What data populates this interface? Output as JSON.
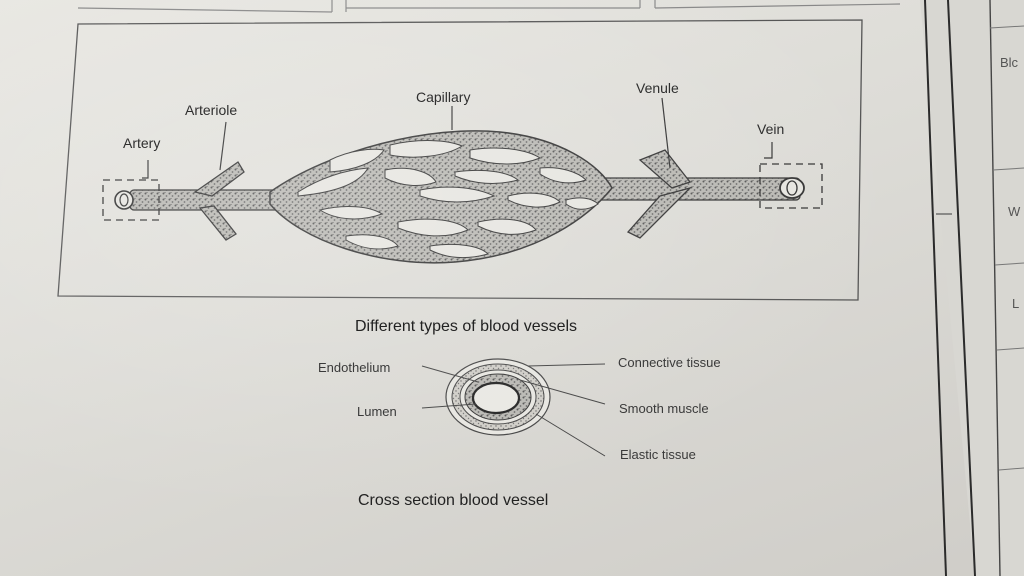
{
  "diagram": {
    "labels": {
      "artery": "Artery",
      "arteriole": "Arteriole",
      "capillary": "Capillary",
      "venule": "Venule",
      "vein": "Vein"
    },
    "caption_vessels": "Different types of blood vessels",
    "cross_section": {
      "endothelium": "Endothelium",
      "lumen": "Lumen",
      "connective_tissue": "Connective tissue",
      "smooth_muscle": "Smooth muscle",
      "elastic_tissue": "Elastic tissue",
      "caption": "Cross section blood vessel"
    }
  },
  "side_page": {
    "fragment_1": "Blc",
    "fragment_2": "W",
    "fragment_3": "L"
  },
  "colors": {
    "paper": "#e4e3de",
    "ink": "#2f2f2f",
    "vessel_fill": "#9a9a96"
  }
}
